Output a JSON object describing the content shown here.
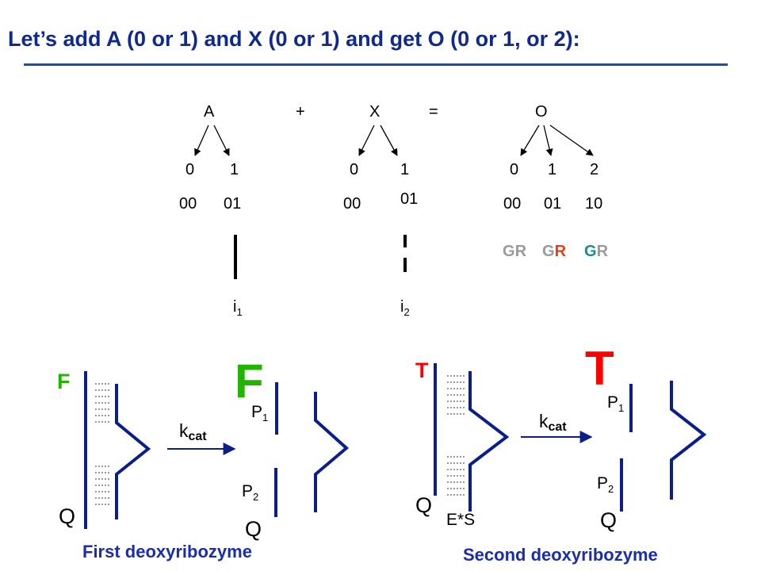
{
  "title": "Let’s add A (0 or 1) and X (0 or 1) and get O (0 or 1, or 2):",
  "equation": {
    "a": "A",
    "plus": "+",
    "x": "X",
    "eq": "=",
    "o": "O"
  },
  "a_values": [
    "0",
    "1"
  ],
  "a_codes": [
    "00",
    "01"
  ],
  "x_values": [
    "0",
    "1"
  ],
  "x_codes": [
    "00",
    "01"
  ],
  "o_values": [
    "0",
    "1",
    "2"
  ],
  "o_codes": [
    "00",
    "01",
    "10"
  ],
  "gr_labels": [
    {
      "g": "G",
      "r": "R"
    },
    {
      "g": "G",
      "r": "R"
    },
    {
      "g": "G",
      "r": "R"
    }
  ],
  "input1": {
    "base": "i",
    "sub": "1"
  },
  "input2": {
    "base": "i",
    "sub": "2"
  },
  "first": {
    "fluor": "F",
    "quencher": "Q",
    "rate_base": "k",
    "rate_sub": "cat",
    "product_fluor": "F",
    "p1_base": "P",
    "p1_sub": "1",
    "p2_base": "P",
    "p2_sub": "2",
    "product_quencher": "Q",
    "caption": "First deoxyribozyme"
  },
  "second": {
    "fluor": "T",
    "quencher": "Q",
    "complex": "E*S",
    "rate_base": "k",
    "rate_sub": "cat",
    "product_fluor": "T",
    "p1_base": "P",
    "p1_sub": "1",
    "p2_base": "P",
    "p2_sub": "2",
    "product_quencher": "Q",
    "caption": "Second deoxyribozyme"
  },
  "colors": {
    "title": "#0f2a8c",
    "rule": "#2f4b8e",
    "strand": "#0a1f8a",
    "gray": "#9a9a9a",
    "red": "#e0401a",
    "teal": "#1f8a8a",
    "green_fluor": "#22b400",
    "red_fluor": "#ff0000"
  }
}
